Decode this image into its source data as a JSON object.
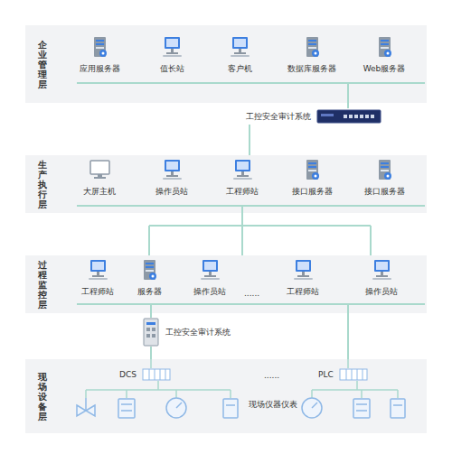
{
  "diagram": {
    "nodes": [
      {
        "text": [
          "企业管理层"
        ]
      },
      {
        "text": [
          "应用服务器"
        ],
        "in": 0
      },
      {
        "text": [
          "值长站"
        ],
        "in": 0
      },
      {
        "text": [
          "客户机"
        ],
        "in": 0
      },
      {
        "text": [
          "数据库服务器"
        ],
        "in": 0
      },
      {
        "text": [
          "Web服务器"
        ],
        "in": 0
      },
      {
        "text": [
          "工控安全审计系统"
        ]
      },
      {
        "text": [
          "生产执行层"
        ]
      },
      {
        "text": [
          "大屏主机"
        ],
        "in": 7
      },
      {
        "text": [
          "操作员站"
        ],
        "in": 7
      },
      {
        "text": [
          "工程师站"
        ],
        "in": 7
      },
      {
        "text": [
          "接口服务器"
        ],
        "in": 7
      },
      {
        "text": [
          "接口服务器"
        ],
        "in": 7
      },
      {
        "text": [
          "过程监控层"
        ]
      },
      {
        "text": [
          "工程师站"
        ],
        "in": 13
      },
      {
        "text": [
          "服务器"
        ],
        "in": 13
      },
      {
        "text": [
          "操作员站"
        ],
        "in": 13
      },
      {
        "text": [
          "工程师站"
        ],
        "in": 13
      },
      {
        "text": [
          "操作员站"
        ],
        "in": 13
      },
      {
        "text": [
          "工控安全审计系统"
        ]
      },
      {
        "text": [
          "现场设备层"
        ]
      },
      {
        "text": [
          "DCS"
        ],
        "in": 20
      },
      {
        "text": [
          "PLC"
        ],
        "in": 20
      }
    ],
    "edges": [
      {
        "from": 0,
        "to": 6,
        "arrow": "none"
      },
      {
        "from": 6,
        "to": 7,
        "arrow": "none"
      },
      {
        "from": 7,
        "to": 13,
        "arrow": "none"
      },
      {
        "from": 13,
        "to": 19,
        "arrow": "none"
      },
      {
        "from": 19,
        "to": 20,
        "arrow": "none"
      },
      {
        "from": 13,
        "to": 20,
        "arrow": "none"
      }
    ],
    "labels": [
      "......",
      "......",
      "现场仪器仪表"
    ]
  }
}
